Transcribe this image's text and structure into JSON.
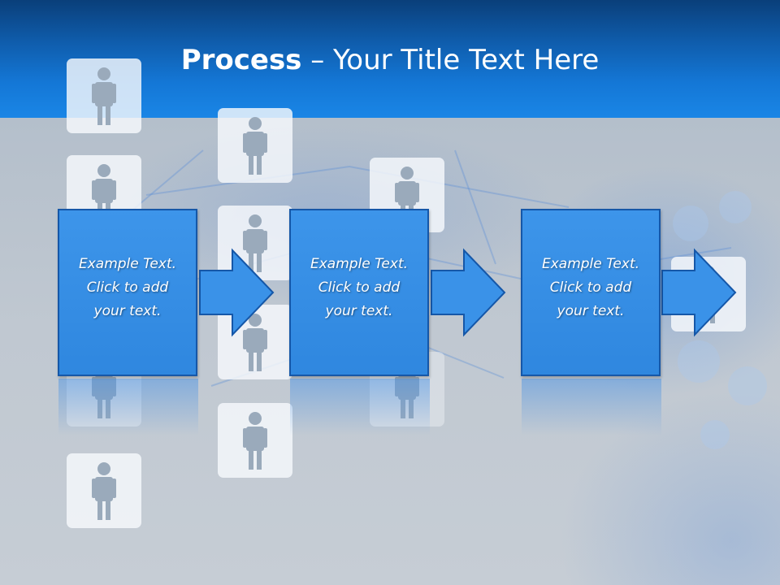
{
  "slide": {
    "title_bold": "Process",
    "title_rest": " – Your Title Text Here"
  },
  "steps": [
    {
      "line1": "Example Text.",
      "line2": "Click  to add",
      "line3": "your text."
    },
    {
      "line1": "Example Text.",
      "line2": "Click  to add",
      "line3": "your text."
    },
    {
      "line1": "Example Text.",
      "line2": "Click  to add",
      "line3": "your text."
    }
  ],
  "colors": {
    "header_top": "#0a3f7a",
    "header_bottom": "#1a86e6",
    "step_fill": "#3d95ea",
    "step_border": "#1557a8",
    "person_icon": "#9aaabb"
  },
  "icons": [
    "person-icon",
    "arrow-right-icon"
  ]
}
